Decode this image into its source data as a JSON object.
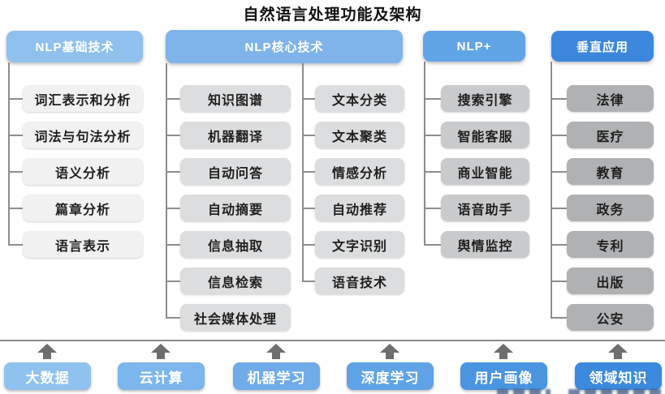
{
  "title": "自然语言处理功能及架构",
  "columns": [
    {
      "header": "NLP基础技术",
      "items": [
        "词汇表示和分析",
        "词法与句法分析",
        "语义分析",
        "篇章分析",
        "语言表示"
      ]
    },
    {
      "header": "NLP核心技术",
      "items_left": [
        "知识图谱",
        "机器翻译",
        "自动问答",
        "自动摘要",
        "信息抽取",
        "信息检索",
        "社会媒体处理"
      ],
      "items_right": [
        "文本分类",
        "文本聚类",
        "情感分析",
        "自动推荐",
        "文字识别",
        "语音技术"
      ]
    },
    {
      "header": "NLP+",
      "items": [
        "搜索引擎",
        "智能客服",
        "商业智能",
        "语音助手",
        "舆情监控"
      ]
    },
    {
      "header": "垂直应用",
      "items": [
        "法律",
        "医疗",
        "教育",
        "政务",
        "专利",
        "出版",
        "公安"
      ]
    }
  ],
  "foundation": [
    "大数据",
    "云计算",
    "机器学习",
    "深度学习",
    "用户画像",
    "领域知识"
  ],
  "icons": {
    "up_arrow_icon": "▲"
  },
  "colors": {
    "header_levels": [
      "#8fc0ee",
      "#7eb4ea",
      "#62a5e7",
      "#3c87db"
    ],
    "item_levels": [
      "#f1f1f2",
      "#dcddde",
      "#c9cacc",
      "#afb1b3"
    ],
    "foundation_levels": [
      "#8fc2ef",
      "#7cb6ec",
      "#6face9",
      "#5fa3e6",
      "#4a94e0",
      "#3c89dd"
    ],
    "connector": "#8d8d8d",
    "arrow": "#6e6e6e",
    "text_dark": "#1f1f1f",
    "text_light": "#ffffff"
  }
}
